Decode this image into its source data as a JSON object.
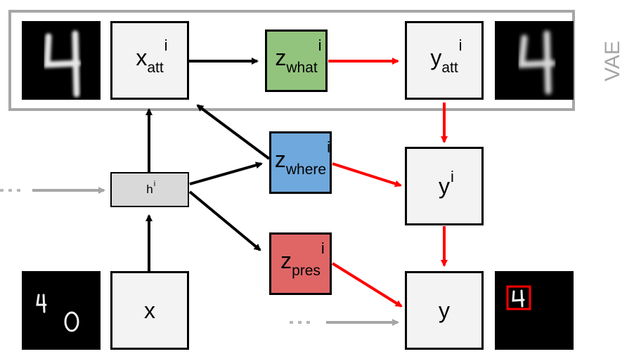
{
  "vae_label": "VAE",
  "nodes": {
    "x_att": {
      "base": "x",
      "sup": "i",
      "sub": "att"
    },
    "z_what": {
      "base": "z",
      "sup": "i",
      "sub": "what",
      "color": "#93c47d"
    },
    "y_att": {
      "base": "y",
      "sup": "i",
      "sub": "att"
    },
    "h": {
      "base": "h",
      "sup": "i"
    },
    "z_where": {
      "base": "z",
      "sup": "i",
      "sub": "where",
      "color": "#6fa8dc"
    },
    "y_i": {
      "base": "y",
      "sup": "i"
    },
    "z_pres": {
      "base": "z",
      "sup": "i",
      "sub": "pres",
      "color": "#e06666"
    },
    "x": {
      "base": "x"
    },
    "y": {
      "base": "y"
    }
  },
  "thumbnails": {
    "x_att_image": {
      "digits": "4"
    },
    "y_att_image": {
      "digits": "4"
    },
    "x_image": {
      "digits": "4 0"
    },
    "y_image": {
      "digits": "4"
    }
  },
  "colors": {
    "box_fill": "#f3f3f3",
    "h_fill": "#d9d9d9",
    "black_arrow": "#000000",
    "red_arrow": "#ff0000",
    "gray_arrow": "#a6a6a6",
    "vae_frame": "#a6a6a6"
  }
}
